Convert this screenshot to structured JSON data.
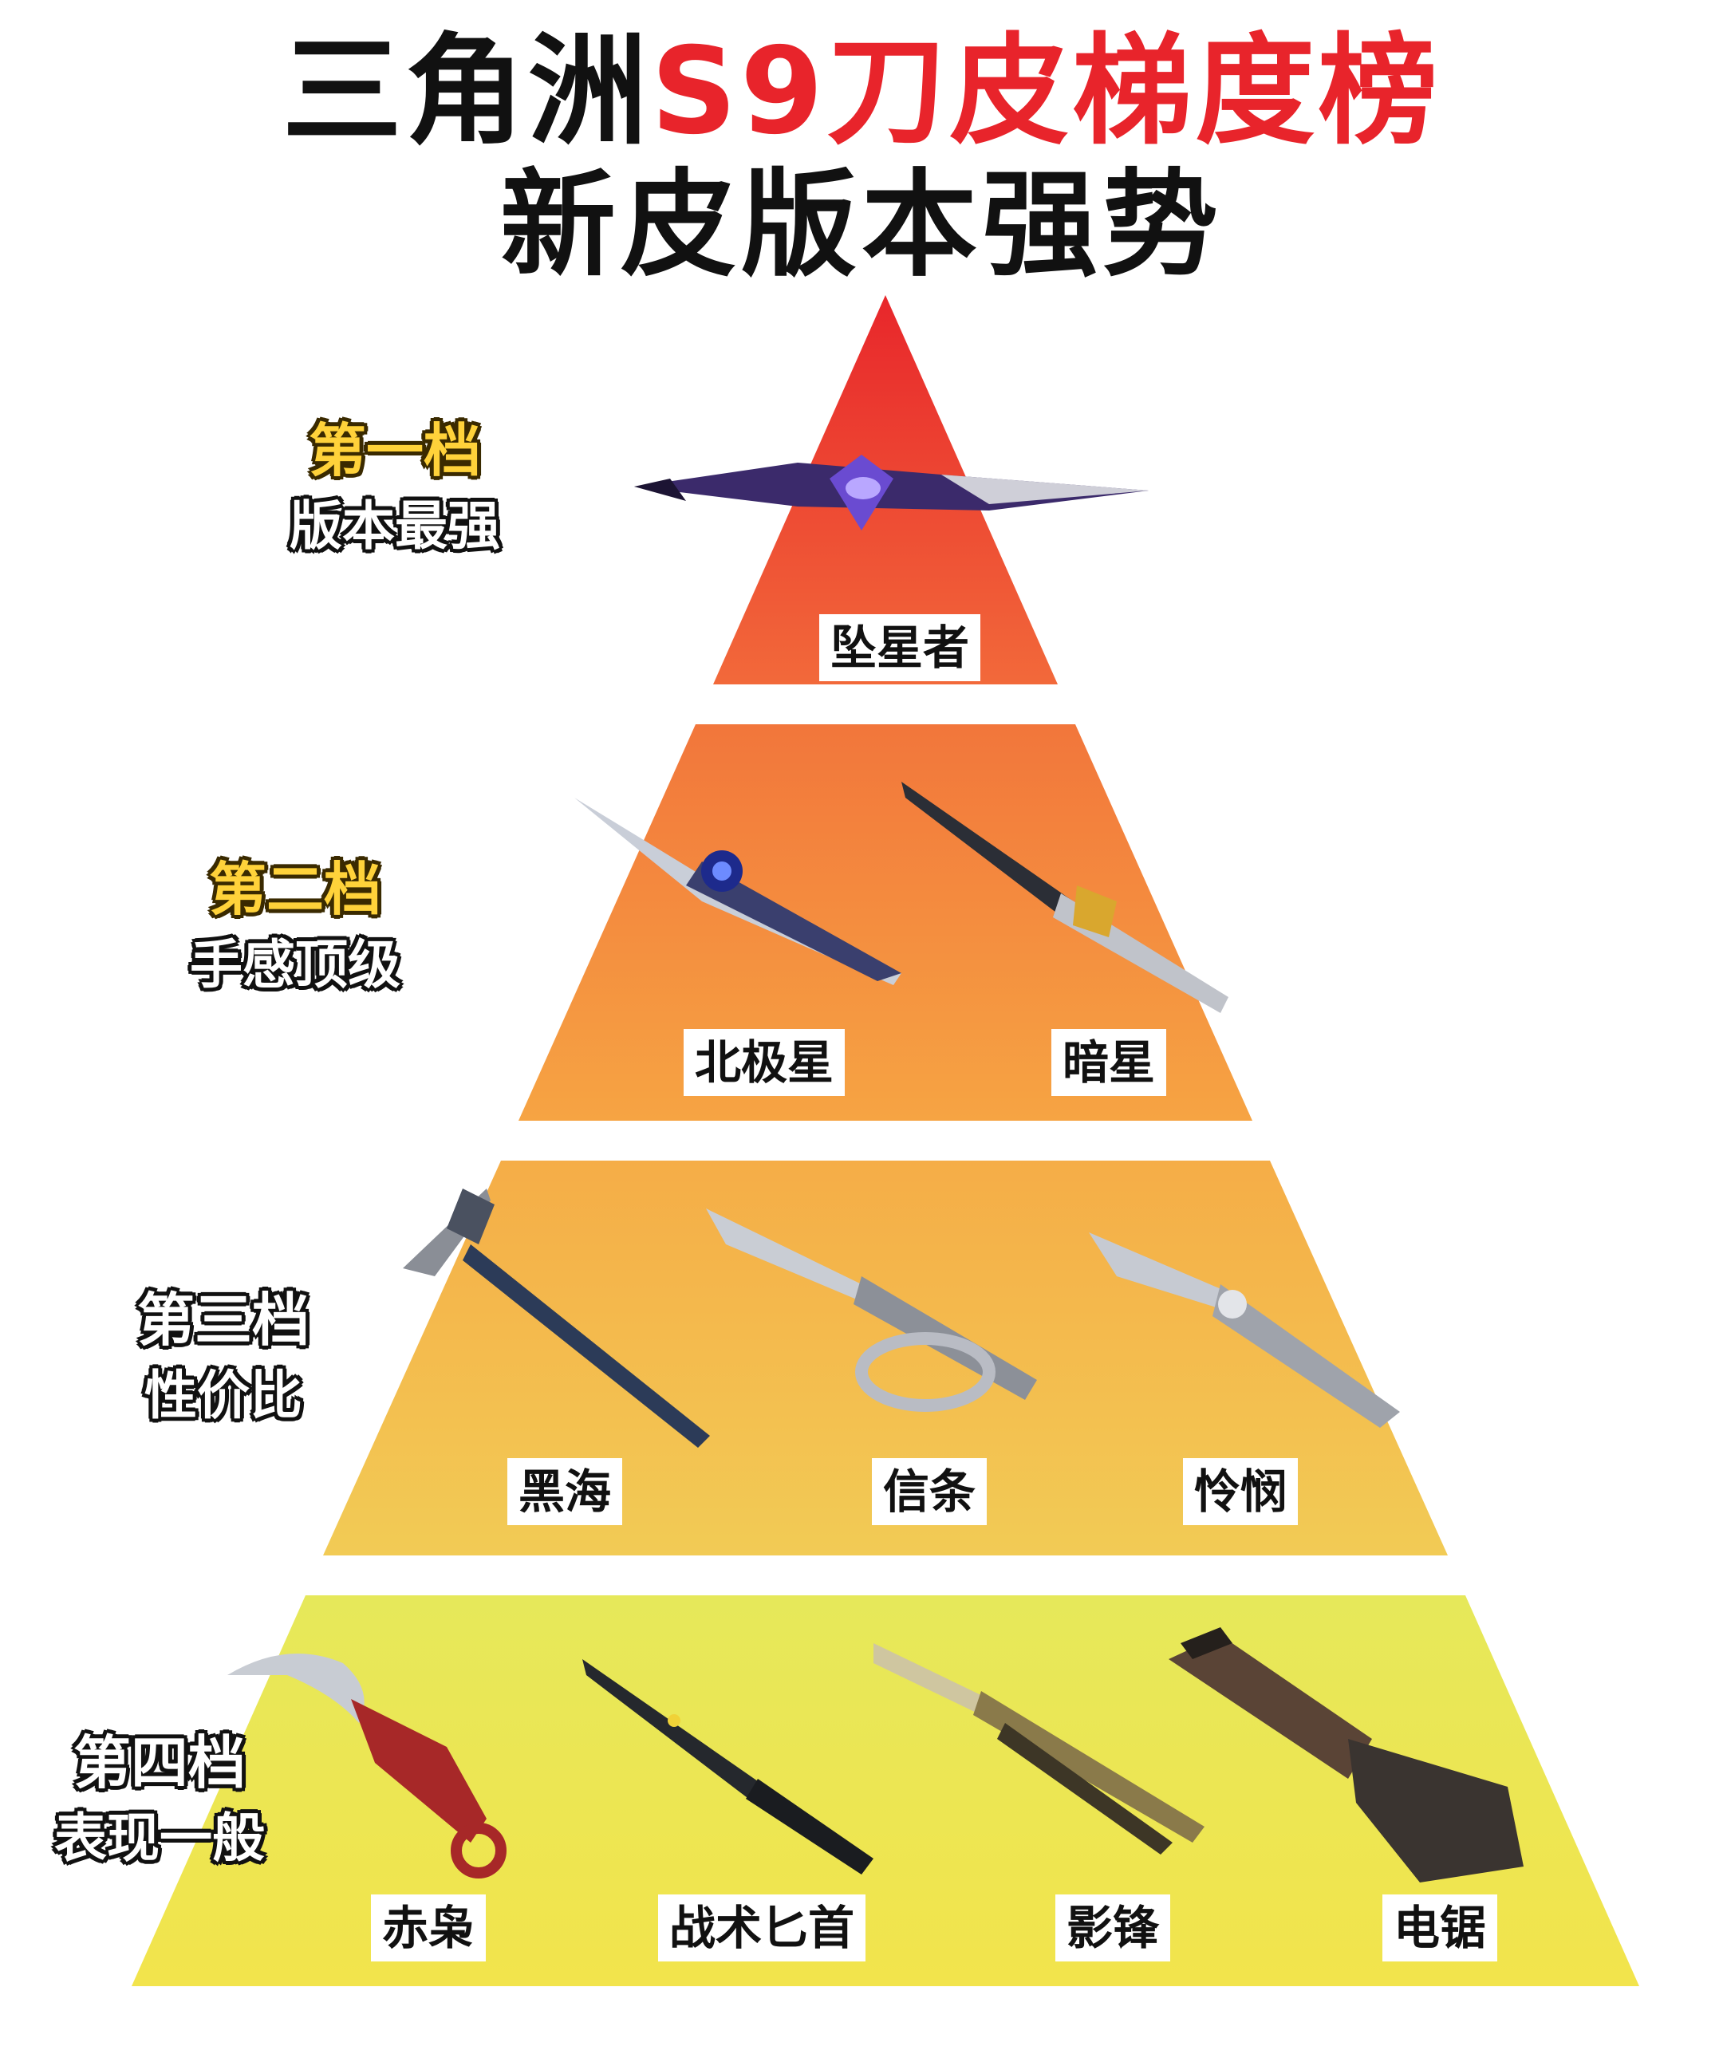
{
  "header": {
    "title_prefix": "三角洲",
    "title_accent": "S9刀皮梯度榜",
    "subtitle": "新皮版本强势"
  },
  "colors": {
    "accent": "#e8242b",
    "tier1": "#ee4a2e",
    "tier2": "#f47f3c",
    "tier3": "#f4b24d",
    "tier4": "#e9e254",
    "tier_label": "#ffd23a"
  },
  "tiers": [
    {
      "rank": "第一档",
      "desc": "版本最强",
      "knives": [
        "坠星者"
      ]
    },
    {
      "rank": "第二档",
      "desc": "手感顶级",
      "knives": [
        "北极星",
        "暗星"
      ]
    },
    {
      "rank": "第三档",
      "desc": "性价比",
      "knives": [
        "黑海",
        "信条",
        "怜悯"
      ]
    },
    {
      "rank": "第四档",
      "desc": "表现一般",
      "knives": [
        "赤枭",
        "战术匕首",
        "影锋",
        "电锯"
      ]
    }
  ]
}
